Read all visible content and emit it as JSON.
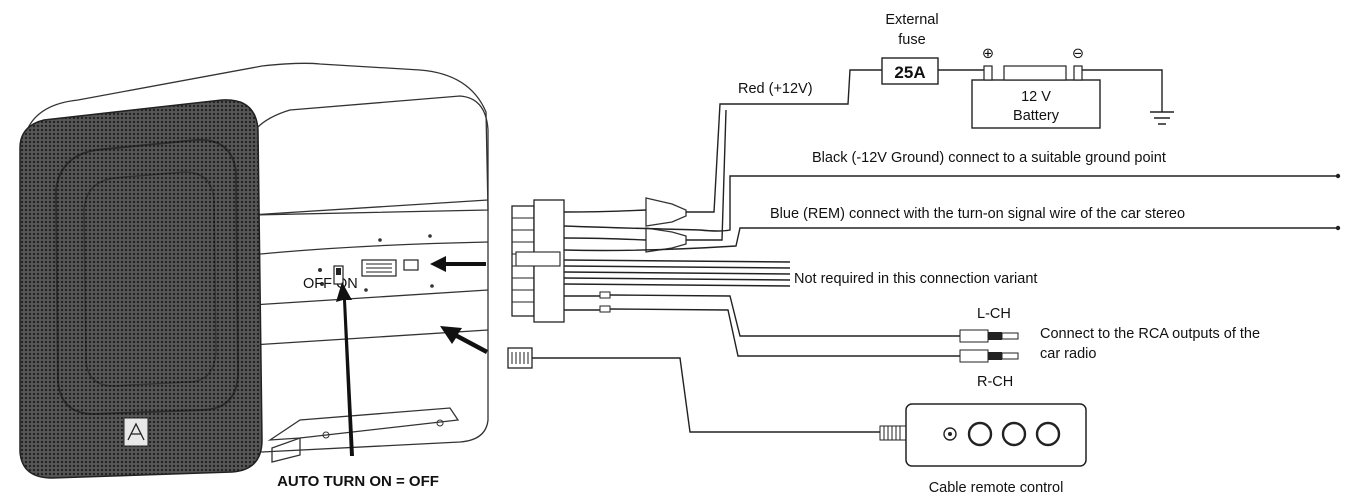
{
  "labels": {
    "external_fuse_line1": "External",
    "external_fuse_line2": "fuse",
    "fuse_rating": "25A",
    "battery_line1": "12 V",
    "battery_line2": "Battery",
    "battery_plus": "⊕",
    "battery_minus": "⊖",
    "red_wire": "Red (+12V)",
    "black_wire": "Black (-12V Ground) connect to a suitable ground point",
    "blue_wire": "Blue (REM) connect with the turn-on signal wire of the car stereo",
    "not_required": "Not required in this connection variant",
    "lch": "L-CH",
    "rch": "R-CH",
    "rca_line1": "Connect to the RCA outputs of the",
    "rca_line2": "car radio",
    "auto_turn_on": "AUTO TURN ON = OFF",
    "remote": "Cable remote control",
    "switch_marks": "OFF ON"
  },
  "colors": {
    "line": "#222222",
    "grille": "#3a3a3a",
    "cabinet": "#f4f4f4"
  }
}
